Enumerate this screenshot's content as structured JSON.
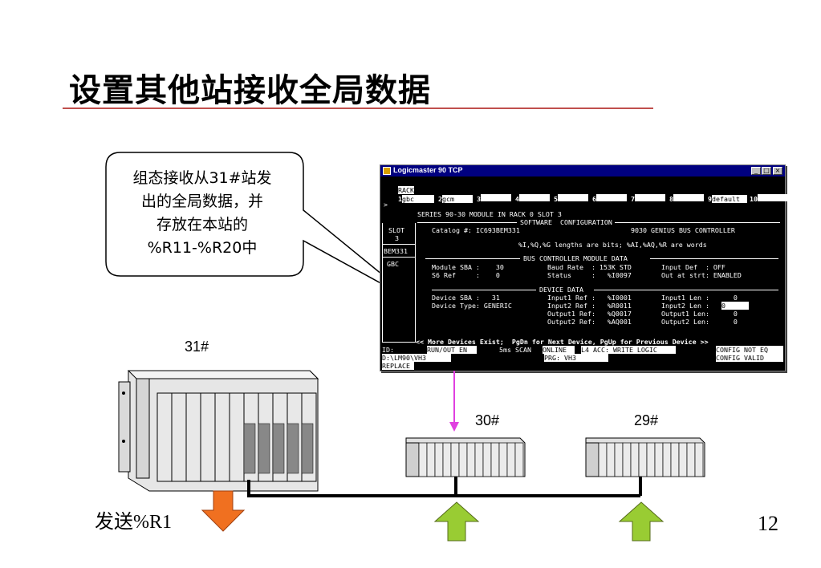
{
  "slide": {
    "title": "设置其他站接收全局数据",
    "callout_lines": [
      "组态接收从31#站发",
      "出的全局数据，并",
      "存放在本站的",
      "%R11-%R20中"
    ],
    "page_number": "12"
  },
  "stations": {
    "s31": "31#",
    "s30": "30#",
    "s29": "29#",
    "send_label": "发送%R1"
  },
  "colors": {
    "title_rule": "#c0504d",
    "pink_arrow": "#e040e0",
    "orange_arrow": "#f07020",
    "green_arrow": "#99cc33",
    "window_title": "#000080"
  },
  "window": {
    "title": "Logicmaster 90 TCP",
    "buttons": [
      "_",
      "□",
      "×"
    ],
    "fkeys": [
      {
        "num": "1",
        "top": "RACK",
        "label": "gbc"
      },
      {
        "num": "2",
        "top": "",
        "label": "gcm"
      },
      {
        "num": "3",
        "top": "",
        "label": ""
      },
      {
        "num": "4",
        "top": "",
        "label": ""
      },
      {
        "num": "5",
        "top": "",
        "label": ""
      },
      {
        "num": "6",
        "top": "",
        "label": ""
      },
      {
        "num": "7",
        "top": "",
        "label": ""
      },
      {
        "num": "8",
        "top": "",
        "label": ""
      },
      {
        "num": "9",
        "top": "",
        "label": "default"
      },
      {
        "num": "10",
        "top": "",
        "label": ""
      }
    ],
    "prompt": ">",
    "series_line": "SERIES 90-30 MODULE IN RACK 0 SLOT 3",
    "software_config": "SOFTWARE  CONFIGURATION",
    "slot_label": "SLOT",
    "slot_value": "3",
    "catalog_label": "Catalog #: IC693BEM331",
    "controller_name": "9030 GENIUS BUS CONTROLLER",
    "lengths_note": "%I,%Q,%G lengths are bits; %AI,%AQ,%R are words",
    "module_code": "BEM331",
    "bus_section": "BUS CONTROLLER MODULE DATA",
    "gbc_label": "GBC",
    "module_sba": "Module SBA :    30",
    "baud_rate": "Baud Rate  : 153K STD",
    "input_def": "Input Def  : OFF",
    "s6_ref": "S6 Ref     :    0",
    "status": "Status     :   %I0097",
    "out_at_strt": "Out at strt: ENABLED",
    "device_section": "DEVICE DATA",
    "device_sba": "Device SBA :   31",
    "device_type": "Device Type: GENERIC",
    "input1_ref": "Input1 Ref :   %I0001",
    "input2_ref": "Input2 Ref :   %R0011",
    "output1_ref": "Output1 Ref:   %Q0017",
    "output2_ref": "Output2 Ref:   %AQ001",
    "input1_len": "Input1 Len :      0",
    "input2_len": "Input2 Len :",
    "input2_len_value": "0",
    "output1_len": "Output1 Len:      0",
    "output2_len": "Output2 Len:      0",
    "more_devices": "<< More Devices Exist;  PgDn for Next Device, PgUp for Previous Device >>",
    "status_row1": {
      "id": "ID:",
      "run": "RUN/OUT EN",
      "scan": "5ms SCAN",
      "online": "ONLINE",
      "acc": "L4 ACC: WRITE LOGIC",
      "cfg": "CONFIG NOT EQ"
    },
    "status_row2": {
      "path": "D:\\LM90\\VH3",
      "prg": "PRG: VH3",
      "cfg": "CONFIG VALID"
    },
    "mode": "REPLACE"
  }
}
